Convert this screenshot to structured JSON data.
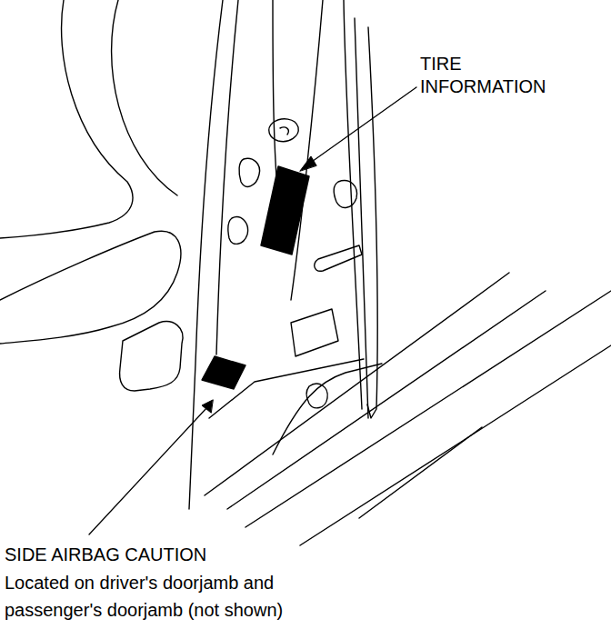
{
  "diagram": {
    "labels": [
      "TIRE INFORMATION",
      "SIDE AIRBAG CAUTION",
      "Located on driver's doorjamb and passenger's doorjamb (not shown)"
    ]
  }
}
